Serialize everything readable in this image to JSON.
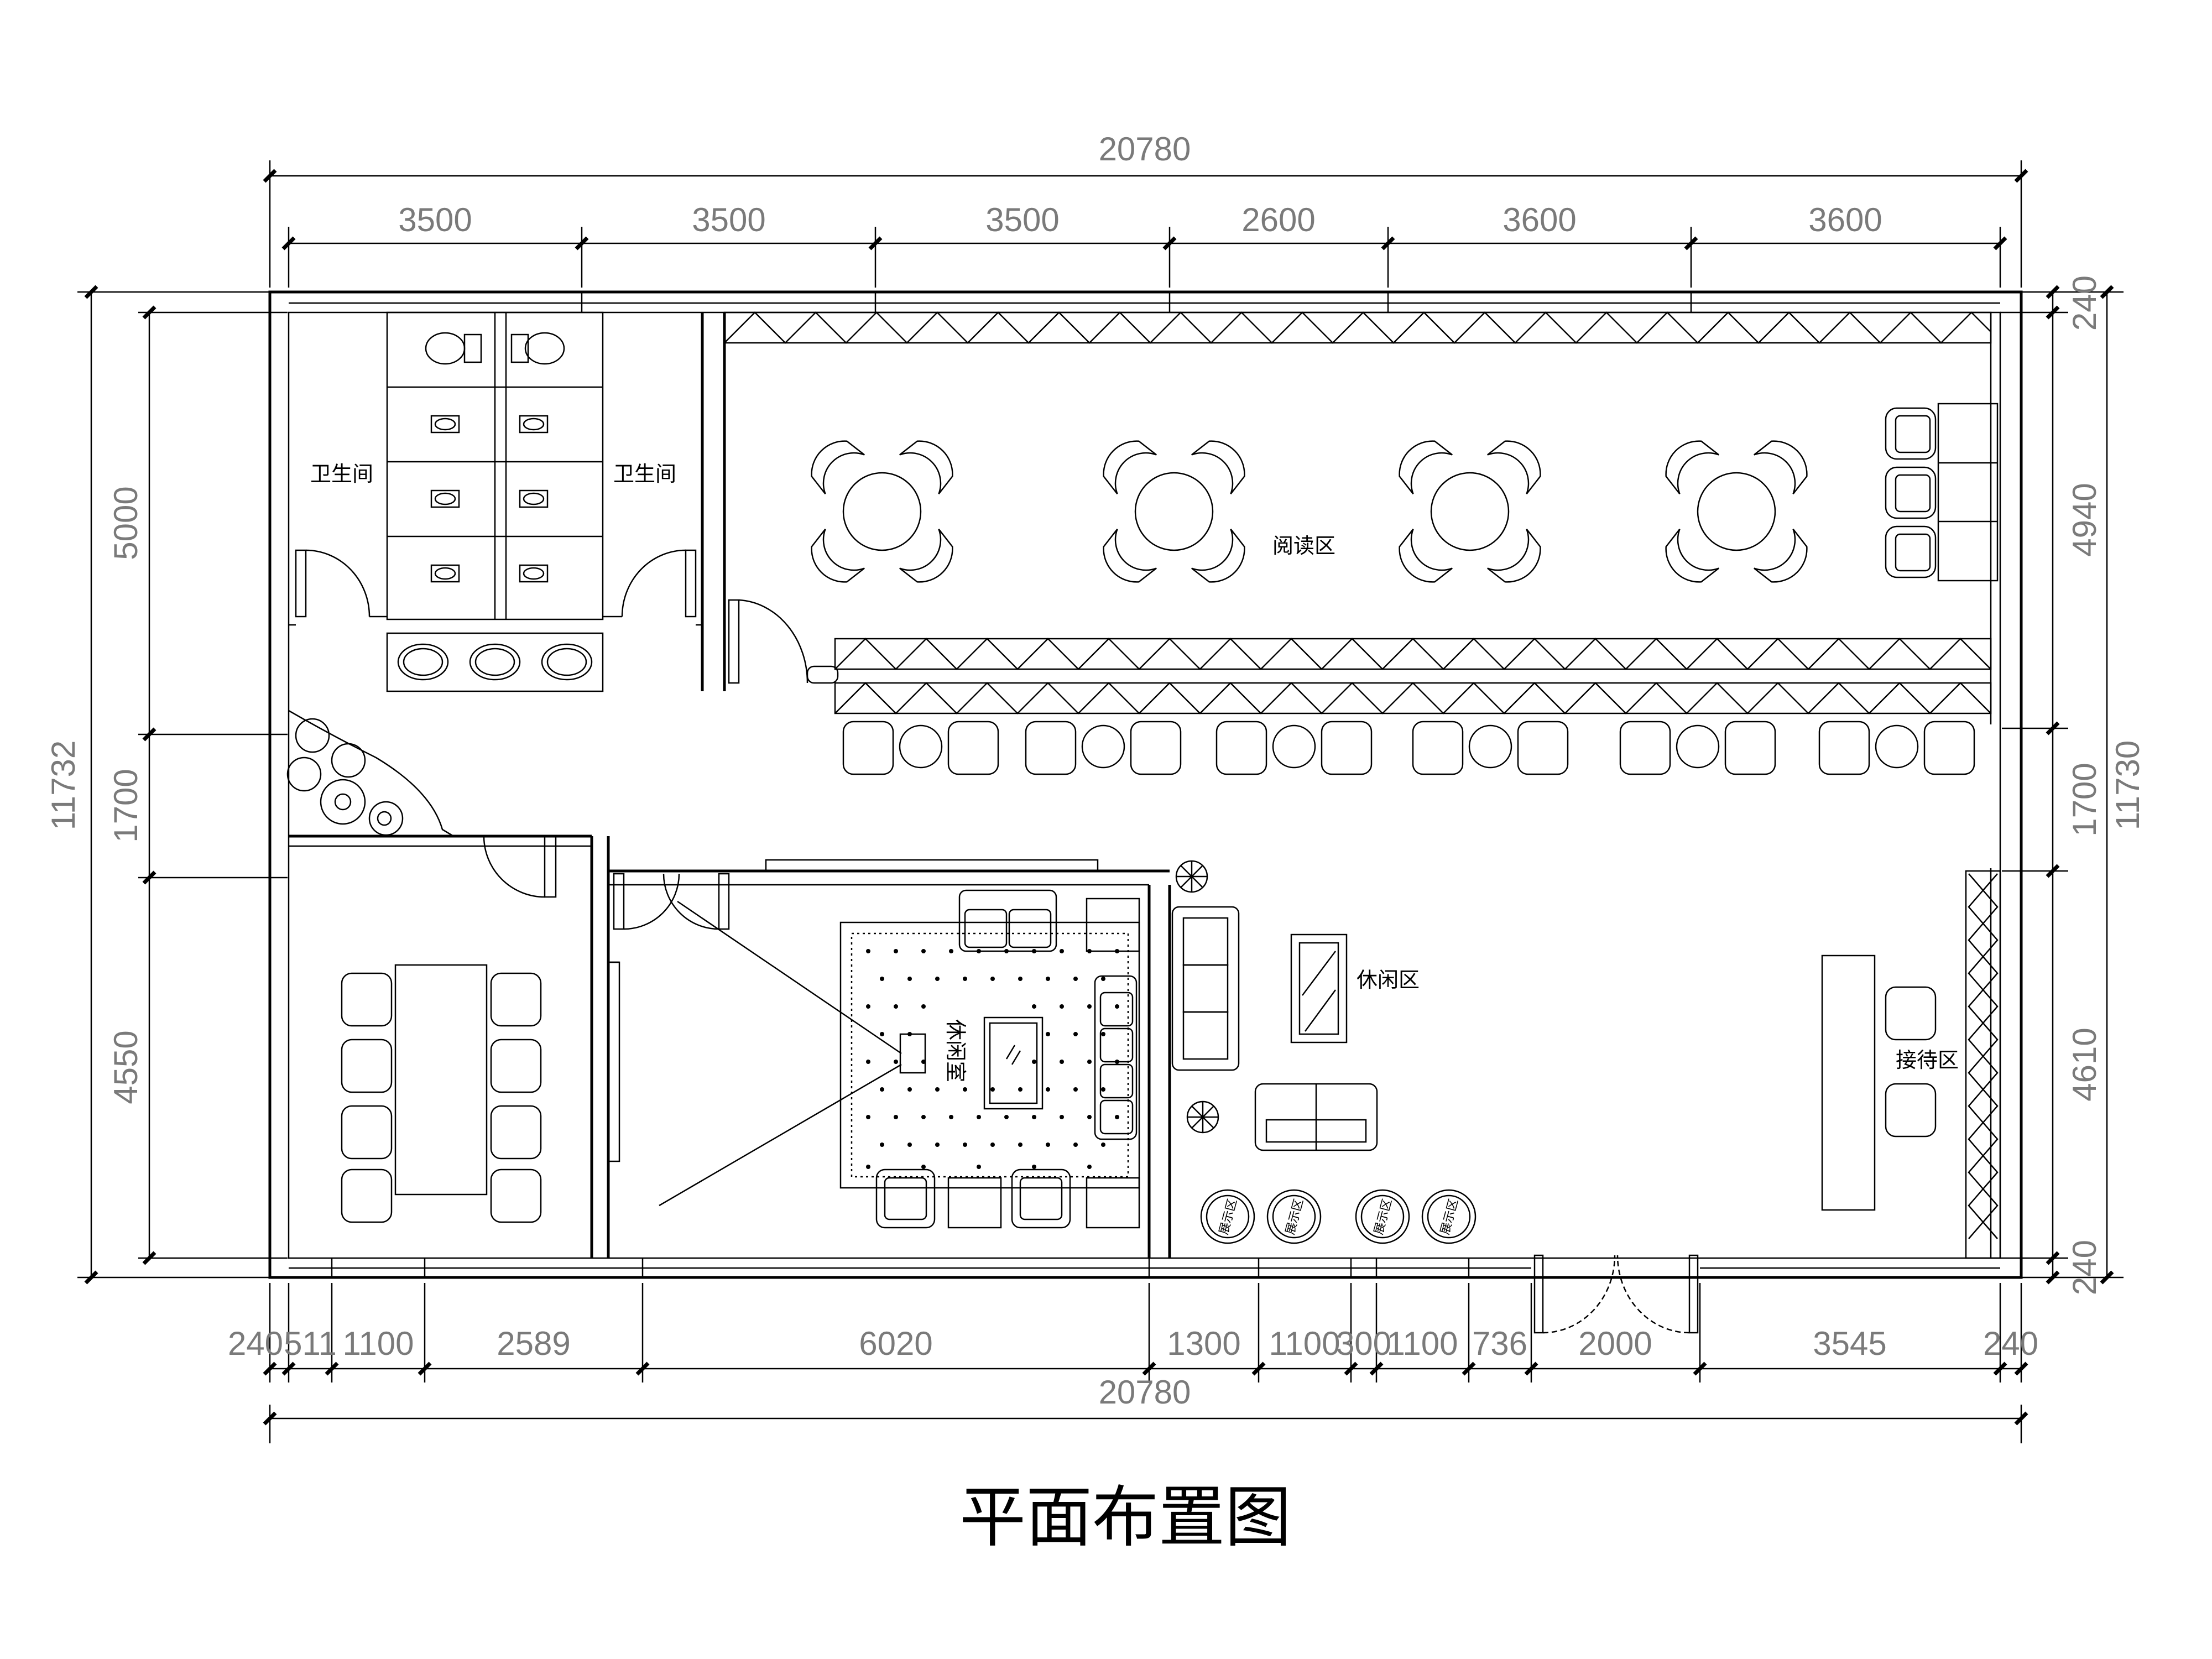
{
  "title": "平面布置图",
  "rooms": {
    "toilet_left": "卫生间",
    "toilet_right": "卫生间",
    "reading": "阅读区",
    "leisure_area": "休闲区",
    "leisure_room": "休闲室",
    "reception": "接待区"
  },
  "display_label": "展示区",
  "dimensions": {
    "top_total": "20780",
    "top_segments": [
      "3500",
      "3500",
      "3500",
      "2600",
      "3600",
      "3600"
    ],
    "bottom_total": "20780",
    "bottom_segments": [
      "240",
      "511",
      "1100",
      "2589",
      "6020",
      "1300",
      "1100",
      "300",
      "1100",
      "736",
      "2000",
      "3545",
      "240"
    ],
    "left_total": "11732",
    "left_segments": [
      "5000",
      "1700",
      "4550"
    ],
    "right_total": "11730",
    "right_segments": [
      "240",
      "4940",
      "1700",
      "4610",
      "240"
    ]
  }
}
